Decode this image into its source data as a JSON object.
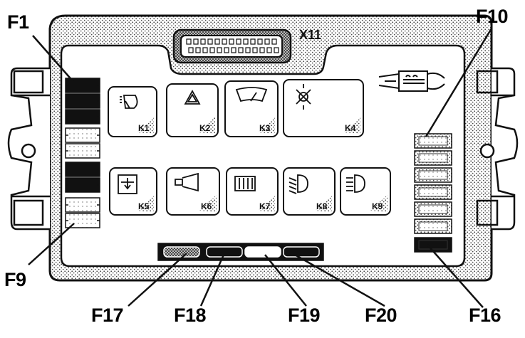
{
  "connector": {
    "label": "X11"
  },
  "callouts": {
    "f1": "F1",
    "f9": "F9",
    "f10": "F10",
    "f16": "F16",
    "f17": "F17",
    "f18": "F18",
    "f19": "F19",
    "f20": "F20"
  },
  "relays": {
    "k1": {
      "label": "K1",
      "icon": "wiper-interval-icon"
    },
    "k2": {
      "label": "K2",
      "icon": "hazard-triangle-icon"
    },
    "k3": {
      "label": "K3",
      "icon": "windshield-wiper-icon"
    },
    "k4": {
      "label": "K4",
      "icon": "lamp-bulb-icon"
    },
    "k5": {
      "label": "K5",
      "icon": "seat-heater-icon"
    },
    "k6": {
      "label": "K6",
      "icon": "horn-icon"
    },
    "k7": {
      "label": "K7",
      "icon": "rear-defrost-icon"
    },
    "k8": {
      "label": "K8",
      "icon": "low-beam-icon"
    },
    "k9": {
      "label": "K9",
      "icon": "high-beam-icon"
    }
  },
  "colors": {
    "ink": "#111111",
    "stipple": "#555555",
    "paper": "#ffffff"
  }
}
